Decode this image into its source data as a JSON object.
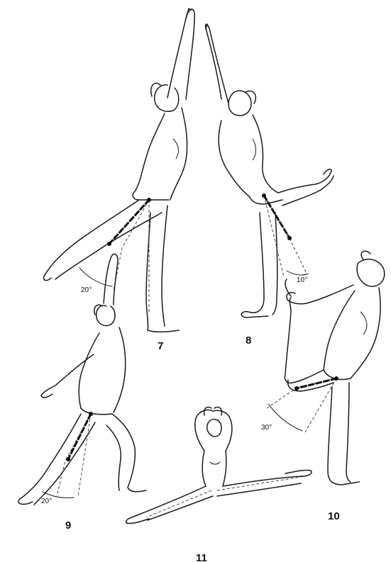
{
  "figures": [
    {
      "number": "7",
      "angle": "20°"
    },
    {
      "number": "8",
      "angle": "10°"
    },
    {
      "number": "9",
      "angle": "20°"
    },
    {
      "number": "10",
      "angle": "30°"
    },
    {
      "number": "11"
    }
  ]
}
